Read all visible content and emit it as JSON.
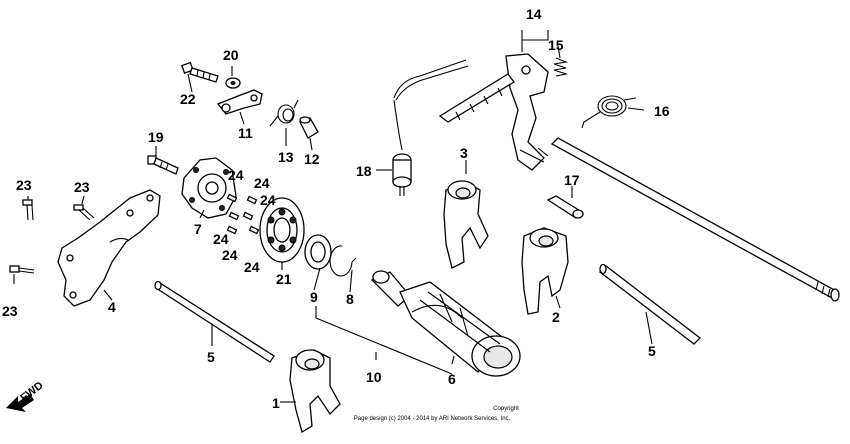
{
  "callouts": {
    "c1": "1",
    "c2": "2",
    "c3": "3",
    "c4": "4",
    "c5a": "5",
    "c5b": "5",
    "c6": "6",
    "c7": "7",
    "c8": "8",
    "c9": "9",
    "c10": "10",
    "c11": "11",
    "c12": "12",
    "c13": "13",
    "c14": "14",
    "c15": "15",
    "c16": "16",
    "c17": "17",
    "c18": "18",
    "c19": "19",
    "c20": "20",
    "c21": "21",
    "c22": "22",
    "c23a": "23",
    "c23b": "23",
    "c23c": "23",
    "c24a": "24",
    "c24b": "24",
    "c24c": "24",
    "c24d": "24",
    "c24e": "24",
    "c24f": "24"
  },
  "fwd_label": "FWD",
  "copyright": {
    "line1": "Copyright",
    "line2": "Page design (c) 2004 - 2014 by ARI Network Services, Inc."
  }
}
